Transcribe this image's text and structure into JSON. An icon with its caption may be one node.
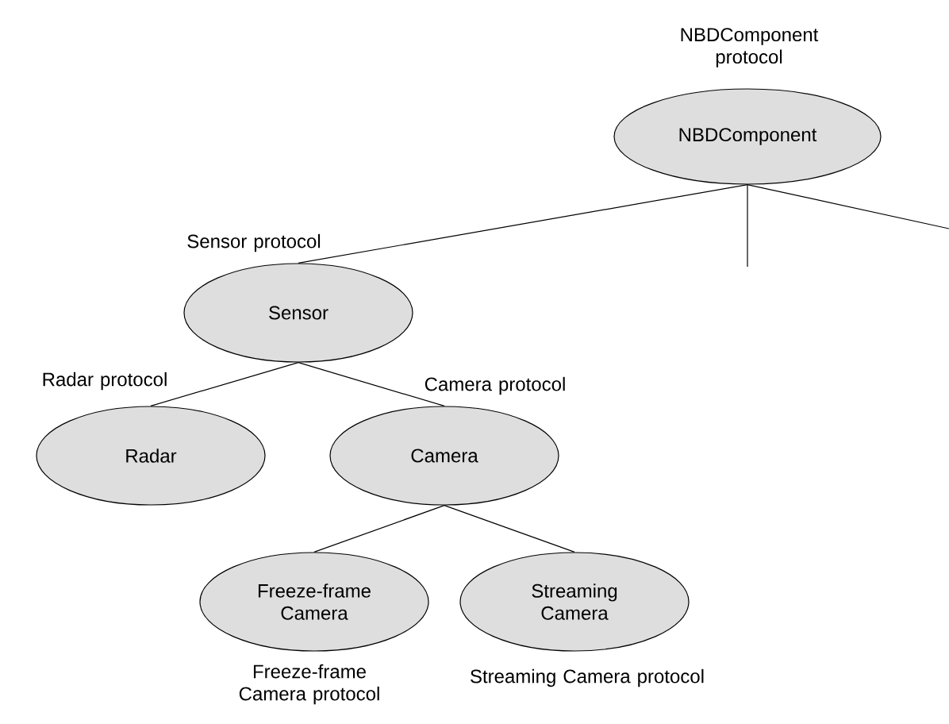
{
  "diagram": {
    "nodes": [
      {
        "text": [
          "NBDComponent"
        ],
        "beside": [
          "NBDComponent protocol"
        ]
      },
      {
        "text": [
          "Sensor"
        ],
        "beside": [
          "Sensor protocol"
        ]
      },
      {
        "text": [
          "Radar"
        ],
        "beside": [
          "Radar protocol"
        ]
      },
      {
        "text": [
          "Camera"
        ],
        "beside": [
          "Camera protocol"
        ]
      },
      {
        "text": [
          "Freeze-frame Camera"
        ],
        "beside": [
          "Freeze-frame Camera protocol"
        ]
      },
      {
        "text": [
          "Streaming Camera"
        ],
        "beside": [
          "Streaming Camera protocol"
        ]
      }
    ],
    "edges": [
      {
        "from": 0,
        "to": 1,
        "arrow": "none"
      },
      {
        "from": 0,
        "to": null,
        "arrow": "none"
      },
      {
        "from": 0,
        "to": null,
        "arrow": "none"
      },
      {
        "from": 1,
        "to": 2,
        "arrow": "none"
      },
      {
        "from": 1,
        "to": 3,
        "arrow": "none"
      },
      {
        "from": 3,
        "to": 4,
        "arrow": "none"
      },
      {
        "from": 3,
        "to": 5,
        "arrow": "none"
      }
    ]
  }
}
